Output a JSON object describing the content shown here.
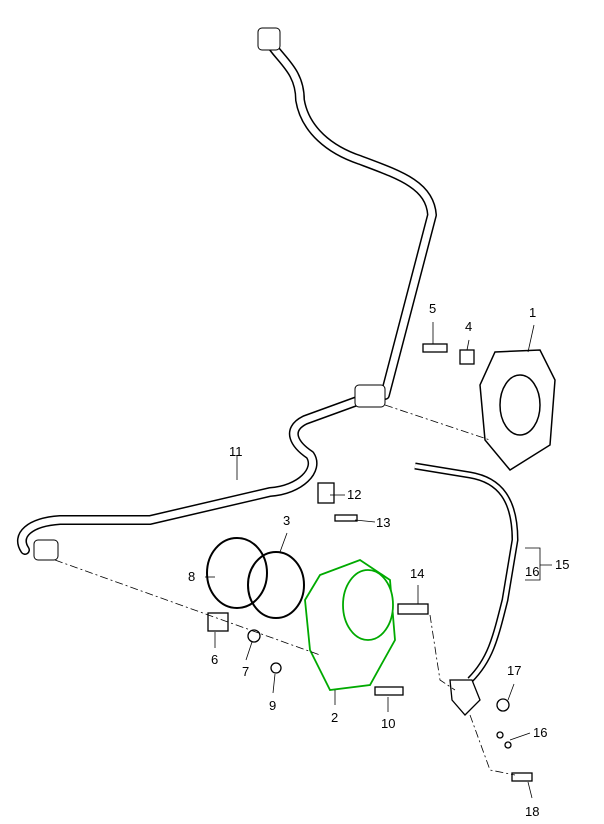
{
  "diagram": {
    "colors": {
      "line": "#000000",
      "highlight": "#00aa00",
      "fill": "#ffffff"
    },
    "callouts": {
      "p1": "1",
      "p2": "2",
      "p3": "3",
      "p4": "4",
      "p5": "5",
      "p6": "6",
      "p7": "7",
      "p8": "8",
      "p9": "9",
      "p10": "10",
      "p11": "11",
      "p12": "12",
      "p13": "13",
      "p14": "14",
      "p15": "15",
      "p16a": "16",
      "p16b": "16",
      "p17": "17",
      "p18": "18"
    }
  }
}
